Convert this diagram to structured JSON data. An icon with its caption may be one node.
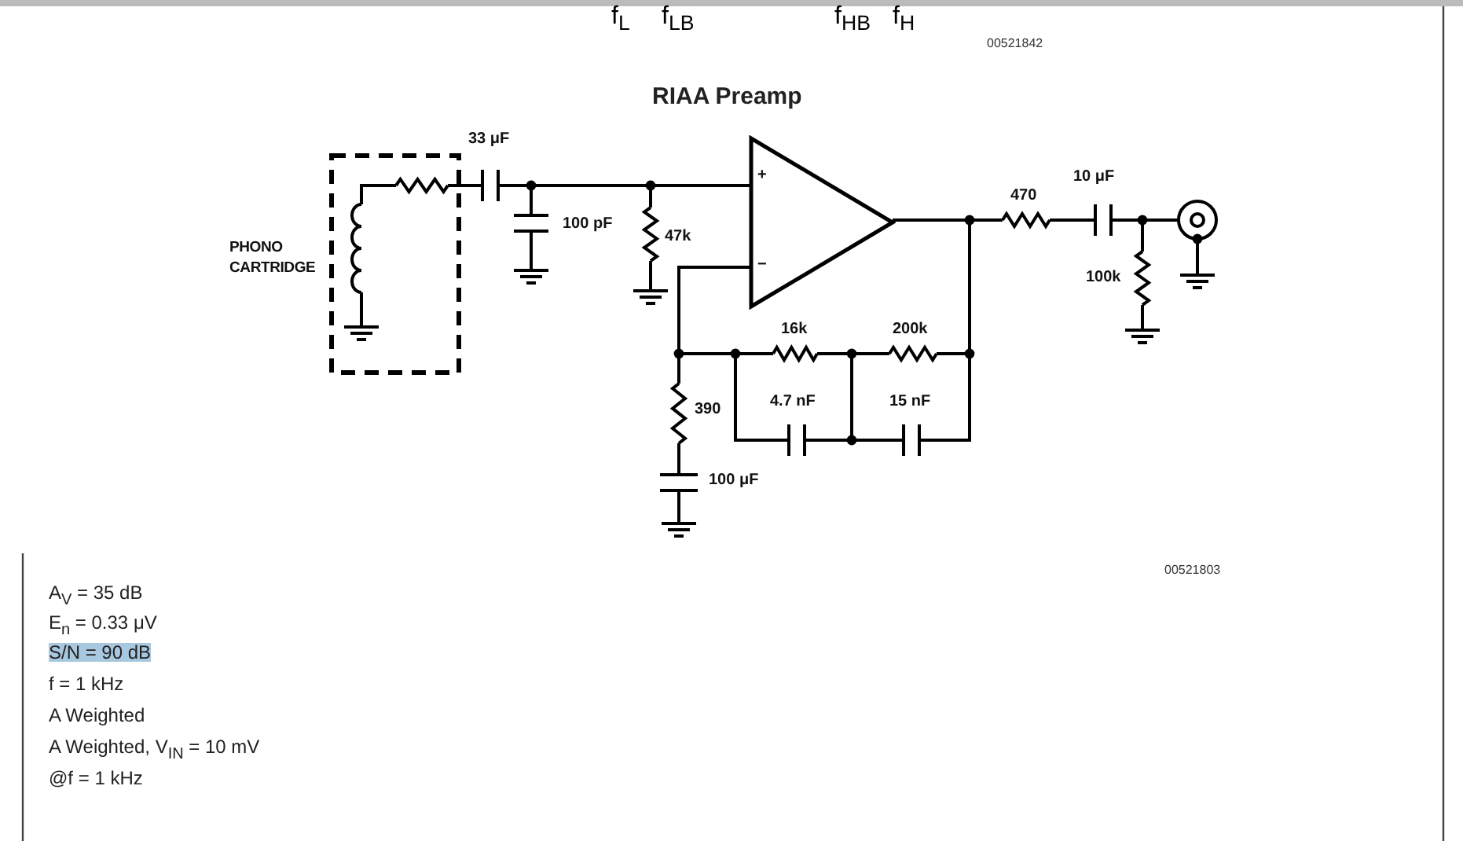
{
  "diagram": {
    "title": "RIAA Preamp",
    "nodes": [
      {
        "text": [
          "PHONO CARTRIDGE"
        ]
      },
      {
        "text": [],
        "shape": "triangle"
      }
    ],
    "edges": [],
    "labels": [
      "f$_{L}$",
      "f$_{LB}$",
      "f$_{HB}$",
      "f$_{H}$",
      "00521842",
      "33 μF",
      "100 pF",
      "47k",
      "+",
      "−",
      "470",
      "10 μF",
      "100k",
      "16k",
      "200k",
      "4.7 nF",
      "15 nF",
      "390",
      "100 μF",
      "00521803",
      "A$_{V}$ = 35 dB",
      "E$_{n}$ = 0.33 μV",
      "S/N = 90 dB",
      "f = 1 kHz",
      "A Weighted",
      "A Weighted, V$_{IN}$ = 10 mV",
      "@f = 1 kHz"
    ]
  }
}
